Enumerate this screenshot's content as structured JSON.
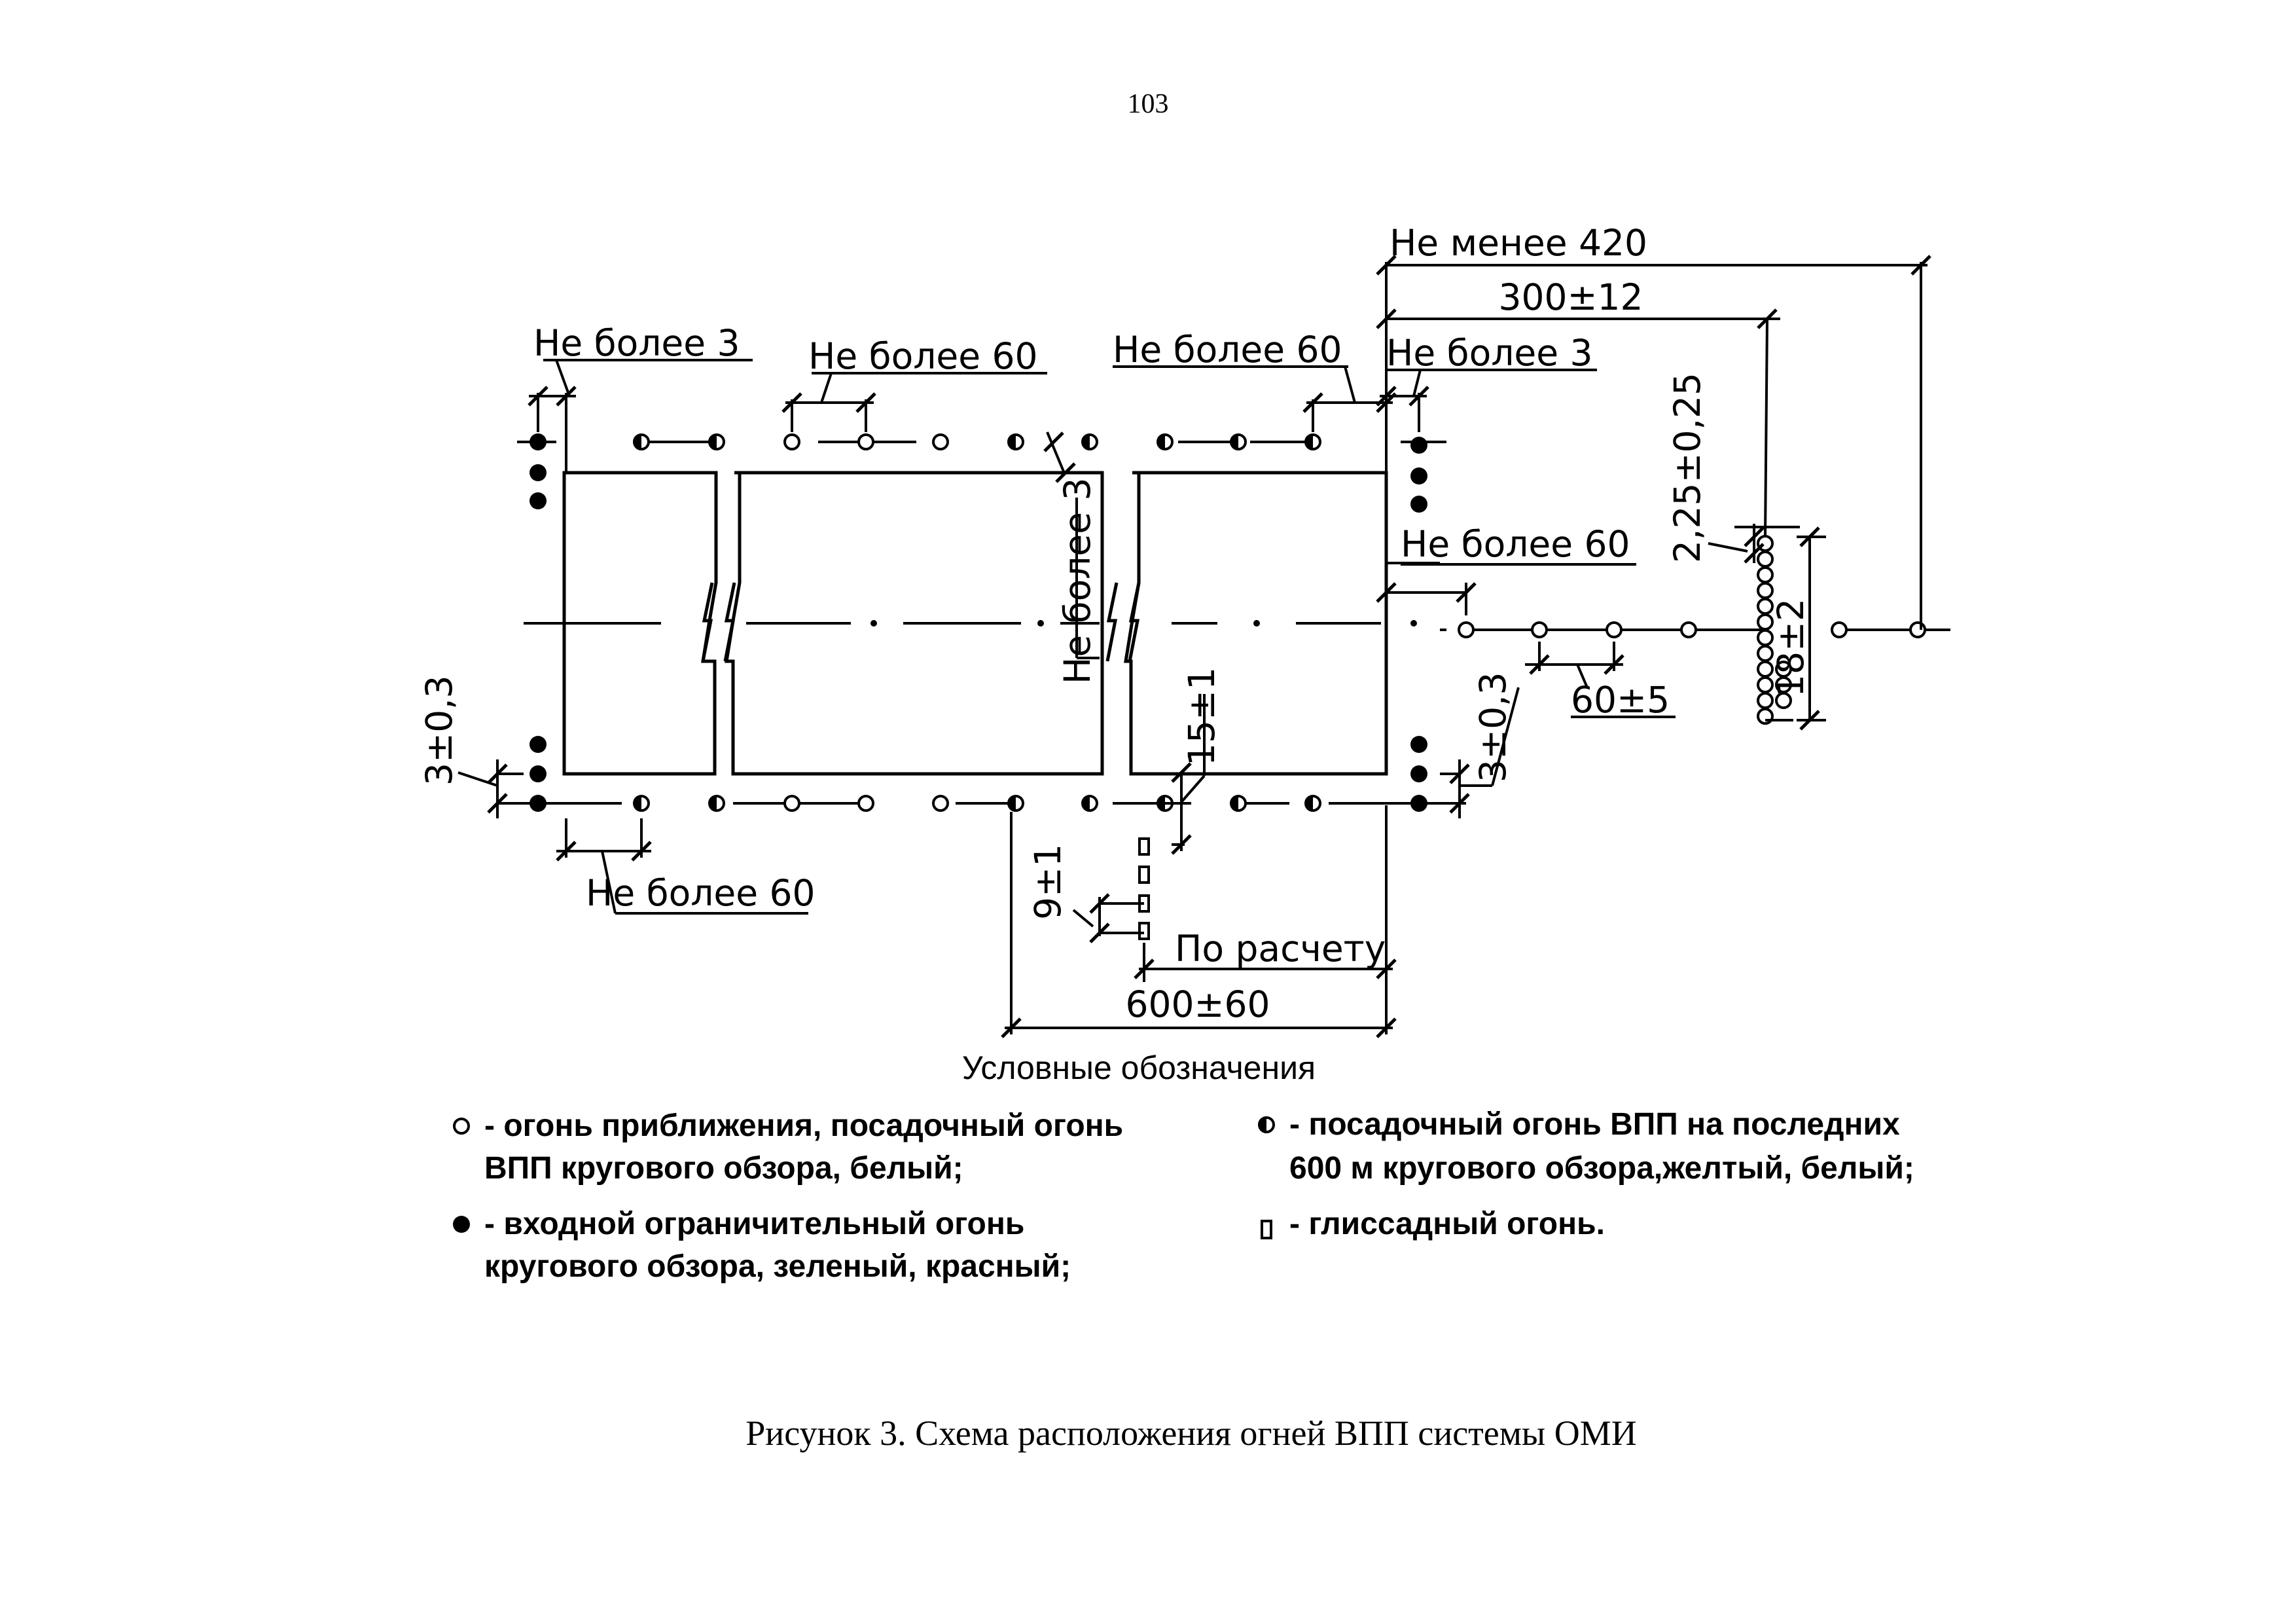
{
  "page_number": "103",
  "dimensions": {
    "top_far_right": "Не менее 420",
    "top_right": "300±12",
    "top_left_edge": "Не более 3",
    "top_spacing_left": "Не более 60",
    "top_spacing_right": "Не более 60",
    "top_right_edge": "Не более 3",
    "vertical_mid_break": "Не более 3",
    "right_approach_first": "Не более 60",
    "approach_cross_width": "2,25±0,25",
    "approach_cross_height": "18±2",
    "approach_spacing": "60±5",
    "left_threshold_offset": "3±0,3",
    "right_threshold_offset": "3±0,3",
    "glide_offset": "15±1",
    "glide_spacing": "9±1",
    "bottom_left_spacing": "Не более 60",
    "by_calculation": "По расчету",
    "last_600": "600±60"
  },
  "legend": {
    "title": "Условные обозначения",
    "items": [
      {
        "symbol": "white-circle",
        "line1": "- огонь приближения, посадочный огонь",
        "line2": "ВПП кругового обзора, белый;"
      },
      {
        "symbol": "half-circle",
        "line1": "- посадочный огонь ВПП на последних",
        "line2": "600 м кругового обзора,желтый, белый;"
      },
      {
        "symbol": "black-circle",
        "line1": "- входной ограничительный огонь",
        "line2": "кругового обзора, зеленый, красный;"
      },
      {
        "symbol": "glide-rect",
        "line1": "- глиссадный огонь.",
        "line2": ""
      }
    ]
  },
  "caption": "Рисунок 3. Схема расположения огней ВПП системы ОМИ"
}
